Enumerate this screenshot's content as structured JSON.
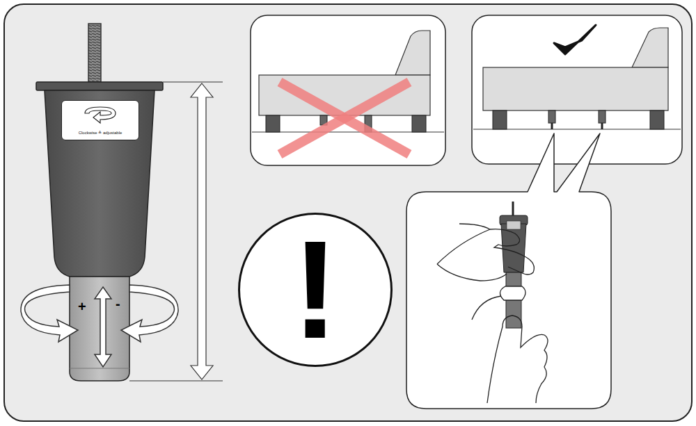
{
  "diagram": {
    "nodes": [
      {
        "text": [
          "Clockwise ≙ adjustable"
        ]
      },
      {
        "text": [
          "!"
        ]
      }
    ],
    "labels": [
      "+",
      "-"
    ]
  }
}
